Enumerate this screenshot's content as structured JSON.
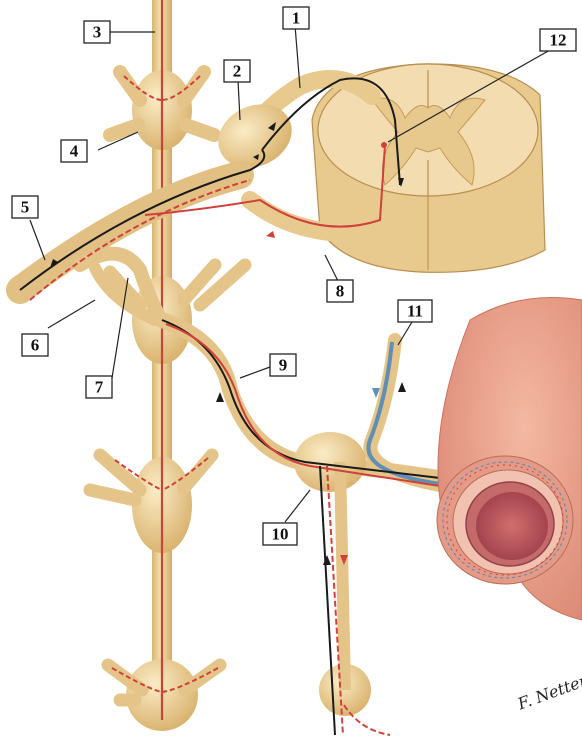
{
  "figure": {
    "labels": [
      {
        "id": "1",
        "text": "1"
      },
      {
        "id": "2",
        "text": "2"
      },
      {
        "id": "3",
        "text": "3"
      },
      {
        "id": "4",
        "text": "4"
      },
      {
        "id": "5",
        "text": "5"
      },
      {
        "id": "6",
        "text": "6"
      },
      {
        "id": "7",
        "text": "7"
      },
      {
        "id": "8",
        "text": "8"
      },
      {
        "id": "9",
        "text": "9"
      },
      {
        "id": "10",
        "text": "10"
      },
      {
        "id": "11",
        "text": "11"
      },
      {
        "id": "12",
        "text": "12"
      }
    ],
    "signature": "F. Netter M.D."
  },
  "colors": {
    "tissue": "#f2d9a4",
    "tissue_shade": "#dcb77a",
    "tissue_edge": "#b98f4f",
    "gray_matter": "#f4e6c6",
    "red_fiber": "#d0413a",
    "black_fiber": "#1a1a1a",
    "blue_fiber": "#5f8fb5",
    "gut_outer": "#eaa08c",
    "gut_inner": "#b7505a"
  }
}
